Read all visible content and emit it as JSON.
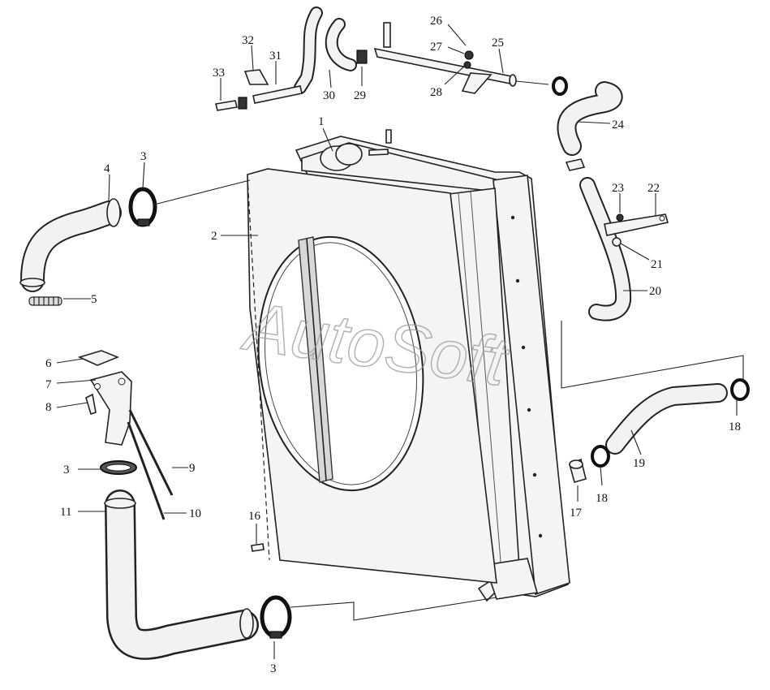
{
  "watermark": "AutoSoft",
  "colors": {
    "line": "#222222",
    "part_fill": "#f4f4f4",
    "watermark": "#9a9a9a"
  },
  "callouts": [
    {
      "id": "c1",
      "label": "1"
    },
    {
      "id": "c2",
      "label": "2"
    },
    {
      "id": "c3a",
      "label": "3"
    },
    {
      "id": "c3b",
      "label": "3"
    },
    {
      "id": "c3c",
      "label": "3"
    },
    {
      "id": "c4",
      "label": "4"
    },
    {
      "id": "c5",
      "label": "5"
    },
    {
      "id": "c6",
      "label": "6"
    },
    {
      "id": "c7",
      "label": "7"
    },
    {
      "id": "c8",
      "label": "8"
    },
    {
      "id": "c9",
      "label": "9"
    },
    {
      "id": "c10",
      "label": "10"
    },
    {
      "id": "c11",
      "label": "11"
    },
    {
      "id": "c16",
      "label": "16"
    },
    {
      "id": "c17",
      "label": "17"
    },
    {
      "id": "c18a",
      "label": "18"
    },
    {
      "id": "c18b",
      "label": "18"
    },
    {
      "id": "c19",
      "label": "19"
    },
    {
      "id": "c20",
      "label": "20"
    },
    {
      "id": "c21",
      "label": "21"
    },
    {
      "id": "c22",
      "label": "22"
    },
    {
      "id": "c23",
      "label": "23"
    },
    {
      "id": "c24",
      "label": "24"
    },
    {
      "id": "c25",
      "label": "25"
    },
    {
      "id": "c26",
      "label": "26"
    },
    {
      "id": "c27",
      "label": "27"
    },
    {
      "id": "c28",
      "label": "28"
    },
    {
      "id": "c29",
      "label": "29"
    },
    {
      "id": "c30",
      "label": "30"
    },
    {
      "id": "c31",
      "label": "31"
    },
    {
      "id": "c32",
      "label": "32"
    },
    {
      "id": "c33",
      "label": "33"
    }
  ]
}
